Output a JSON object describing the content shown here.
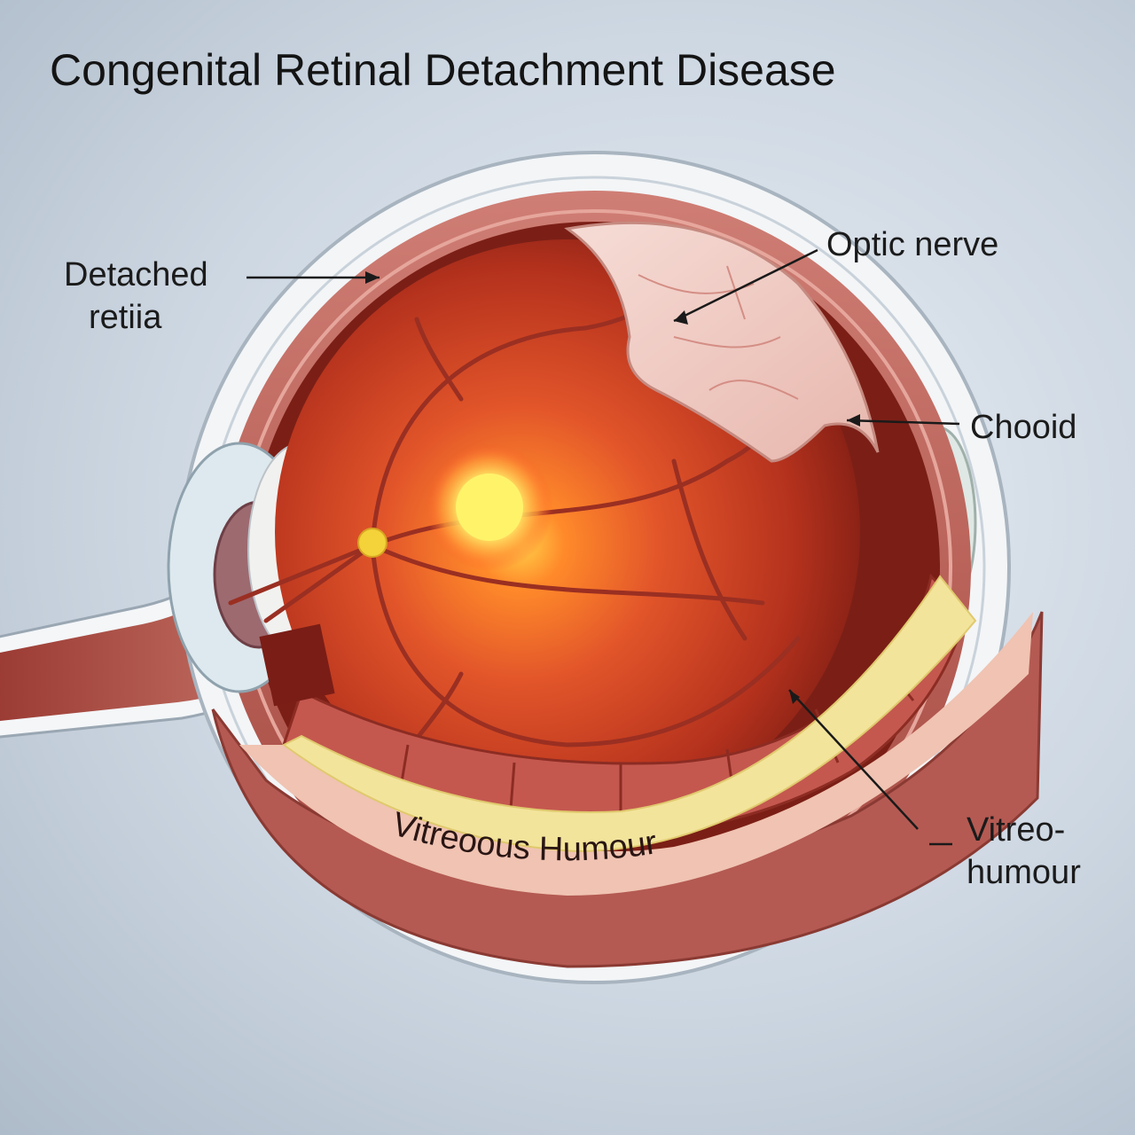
{
  "title": "Congenital Retinal Detachment Disease",
  "labels": {
    "detached_retina": [
      "Detached",
      "retiia"
    ],
    "optic_nerve": "Optic nerve",
    "choroid": "Chooid",
    "vitreo": [
      "Vitreo-",
      "humour"
    ],
    "vitreous_humour": "Vitreoous Humour"
  },
  "colors": {
    "sclera": "#f3f5f7",
    "choroid_band": "#c97a74",
    "retina_bg": "#b8321b",
    "macula_glow": "#fff27a",
    "fat_layer": "#f2e49b",
    "leader_line": "#1a1a1a"
  }
}
